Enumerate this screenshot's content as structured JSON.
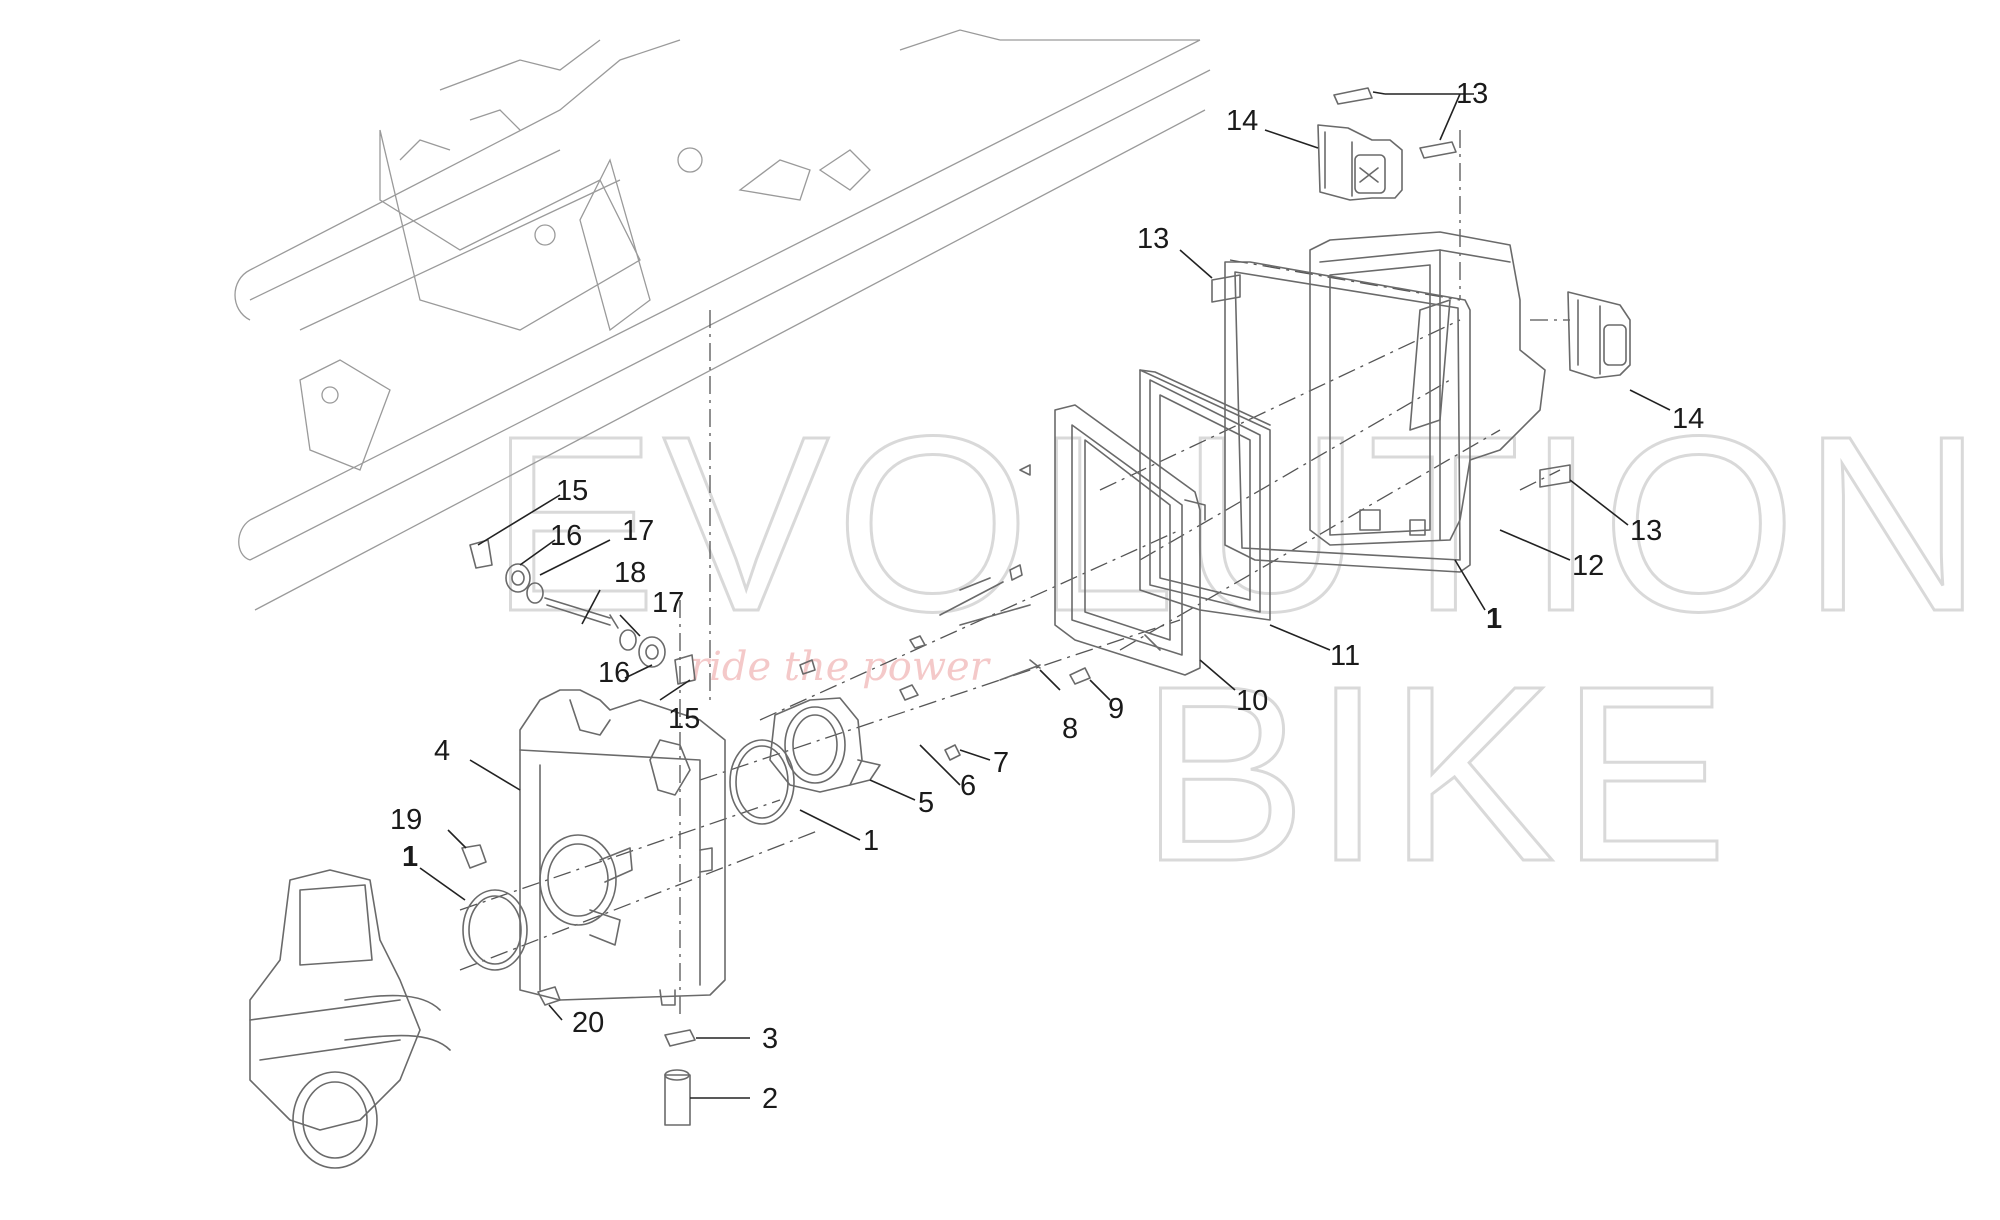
{
  "watermark": {
    "word1": "EVOLUTION",
    "word2": "BIKE",
    "tagline": "ride the power"
  },
  "callouts": [
    {
      "id": "13-top",
      "label": "13"
    },
    {
      "id": "14-top",
      "label": "14"
    },
    {
      "id": "13-left",
      "label": "13"
    },
    {
      "id": "14-right",
      "label": "14"
    },
    {
      "id": "13-right",
      "label": "13"
    },
    {
      "id": "12",
      "label": "12"
    },
    {
      "id": "1-filter",
      "label": "1"
    },
    {
      "id": "11",
      "label": "11"
    },
    {
      "id": "10",
      "label": "10"
    },
    {
      "id": "9",
      "label": "9"
    },
    {
      "id": "8",
      "label": "8"
    },
    {
      "id": "7",
      "label": "7"
    },
    {
      "id": "6",
      "label": "6"
    },
    {
      "id": "5",
      "label": "5"
    },
    {
      "id": "1-flange",
      "label": "1"
    },
    {
      "id": "15-top",
      "label": "15"
    },
    {
      "id": "16-top",
      "label": "16"
    },
    {
      "id": "17-top",
      "label": "17"
    },
    {
      "id": "18",
      "label": "18"
    },
    {
      "id": "17-mid",
      "label": "17"
    },
    {
      "id": "16-mid",
      "label": "16"
    },
    {
      "id": "15-mid",
      "label": "15"
    },
    {
      "id": "4",
      "label": "4"
    },
    {
      "id": "19",
      "label": "19"
    },
    {
      "id": "1-throttle",
      "label": "1"
    },
    {
      "id": "20",
      "label": "20"
    },
    {
      "id": "3",
      "label": "3"
    },
    {
      "id": "2",
      "label": "2"
    }
  ]
}
